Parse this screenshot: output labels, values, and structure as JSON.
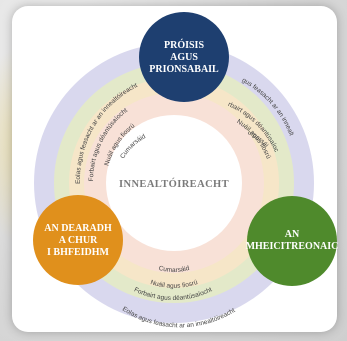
{
  "center": {
    "label": "INNEALTÓIREACHT"
  },
  "nodes": {
    "top": {
      "lines": [
        "PRÓISIS",
        "AGUS",
        "PRIONSABAIL"
      ],
      "color": "#1e3f70"
    },
    "left": {
      "lines": [
        "AN DEARADH",
        "A CHUR",
        "I BHFEIDHM"
      ],
      "color": "#e0901c"
    },
    "right": {
      "lines": [
        "AN",
        "MHEICITREONAIC"
      ],
      "color": "#4f8a2c"
    }
  },
  "rings": {
    "cumarsaid": "Cumarsáid",
    "nuail": "Nuáil agus fiosrú",
    "forbairt": "Forbairt agus déantúsaíocht",
    "eolas": "Eolas agus feasacht ar an innealtóireacht"
  },
  "colors": {
    "ring_outer": "#d9d8ee",
    "ring_2": "#e3e9c9",
    "ring_3": "#f6e6c8",
    "ring_inner": "#f8e1d7",
    "center": "#ffffff"
  }
}
